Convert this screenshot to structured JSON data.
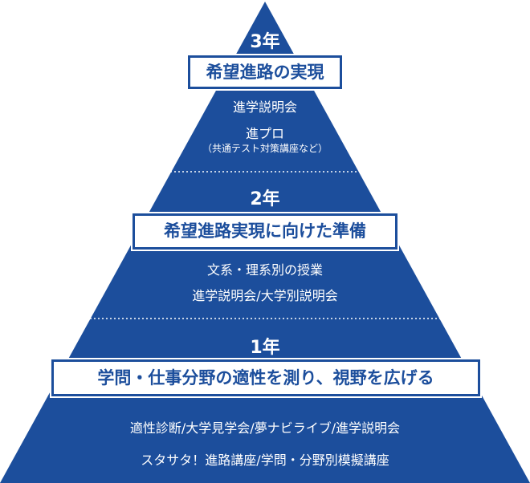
{
  "colors": {
    "fill": "#1c4e9c",
    "text": "#ffffff",
    "divider": "#ffffff"
  },
  "tiers": [
    {
      "year": "3年",
      "goal": "希望進路の実現",
      "items": [
        "進学説明会",
        "進プロ"
      ],
      "note": "（共通テスト対策講座など）"
    },
    {
      "year": "2年",
      "goal": "希望進路実現に向けた準備",
      "items": [
        "文系・理系別の授業",
        "進学説明会/大学別説明会"
      ]
    },
    {
      "year": "1年",
      "goal": "学問・仕事分野の適性を測り、視野を広げる",
      "items": [
        "適性診断/大学見学会/夢ナビライブ/進学説明会",
        "スタサタ！進路講座/学問・分野別模擬講座"
      ]
    }
  ]
}
